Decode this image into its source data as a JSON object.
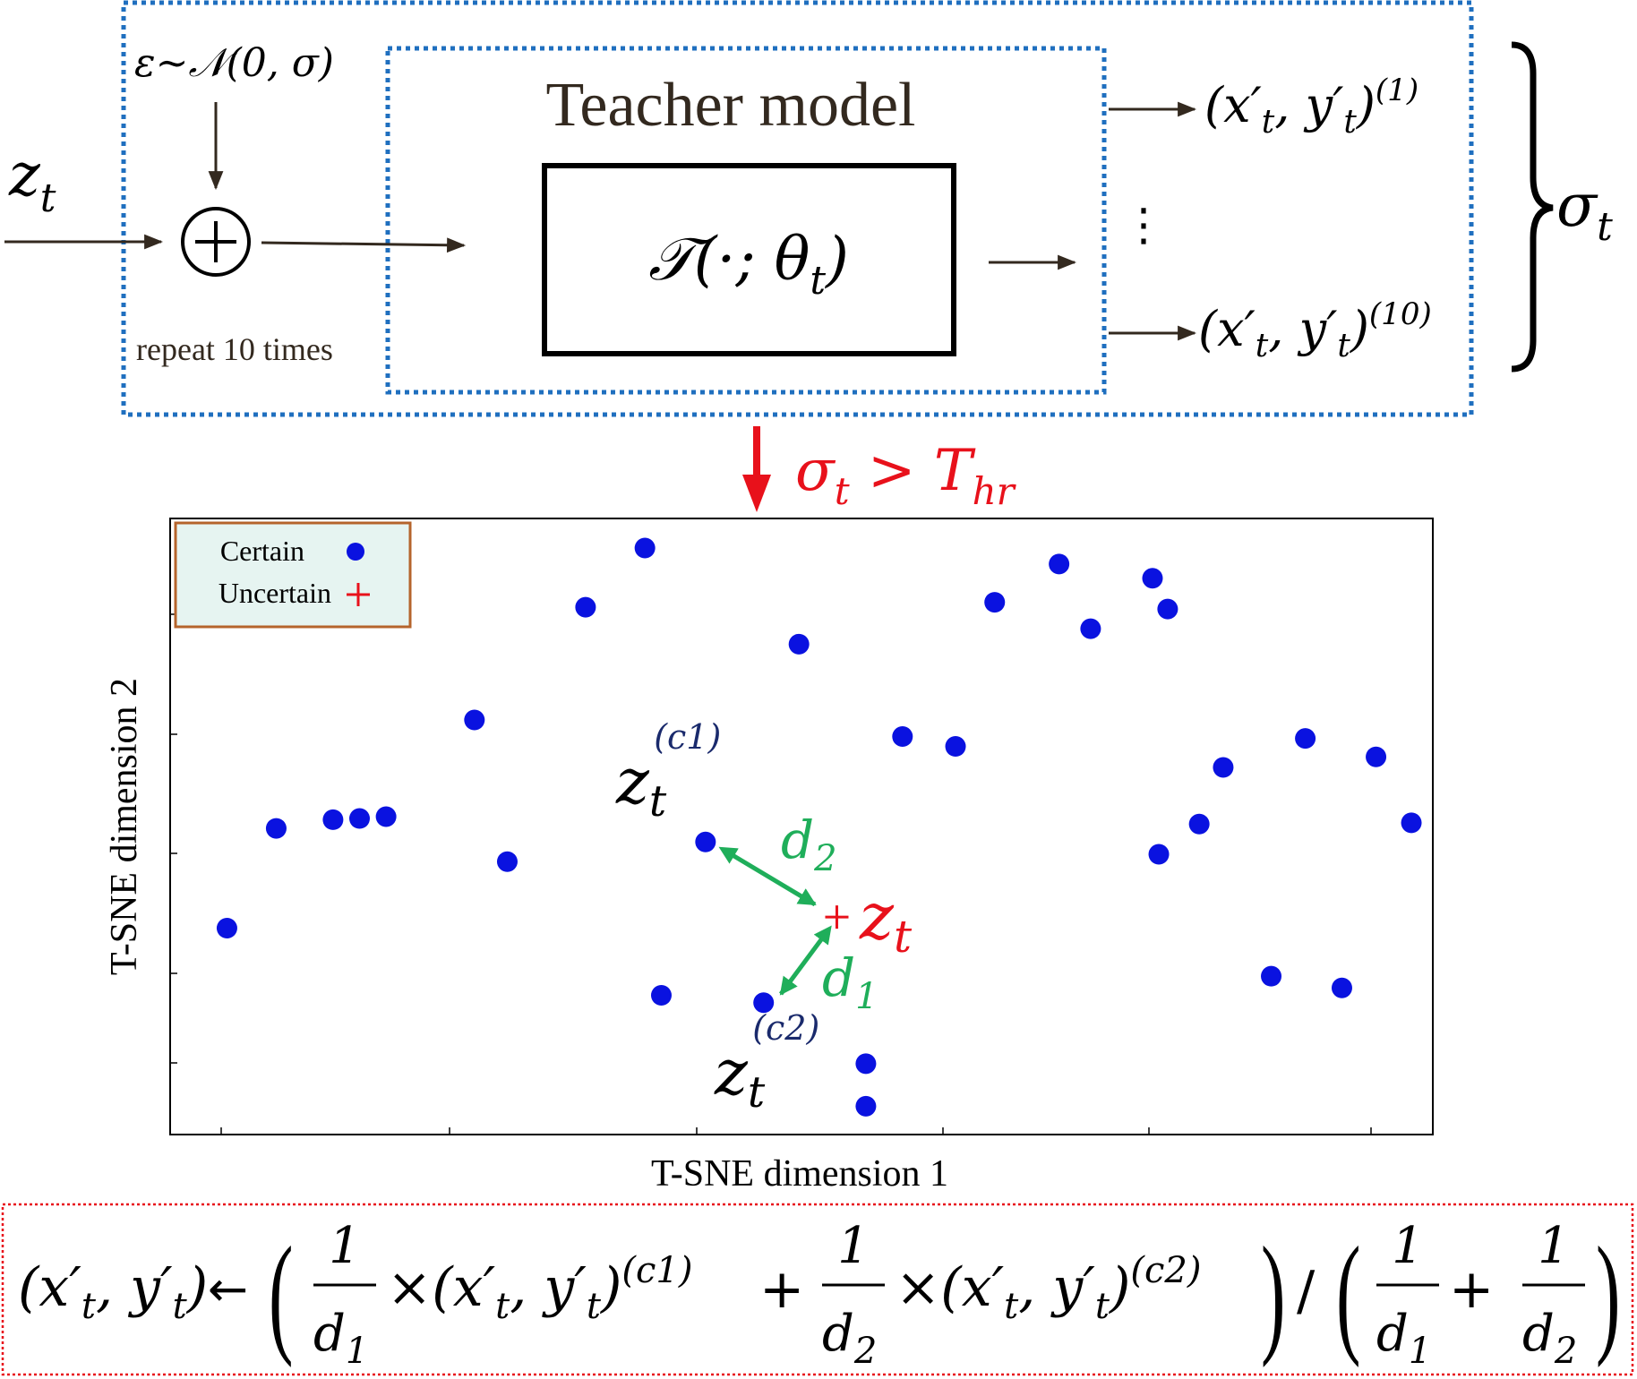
{
  "top_block": {
    "noise_label": "ε~𝒩(0, σ)",
    "input_label": "z",
    "input_sub": "t",
    "sum_symbol": "+",
    "repeat_label": "repeat 10 times",
    "teacher_title": "Teacher model",
    "model_expr": "𝒯(·; θ",
    "model_sub": "t",
    "model_close": ")",
    "output_1": {
      "main": "(x′",
      "sub1": "t",
      "mid": ", y′",
      "sub2": "t",
      "close": ")",
      "sup": "(1)"
    },
    "output_dots": "⋮",
    "output_10": {
      "main": "(x′",
      "sub1": "t",
      "mid": ", y′",
      "sub2": "t",
      "close": ")",
      "sup": "(10)"
    },
    "sigma_label": "σ",
    "sigma_sub": "t"
  },
  "condition": {
    "lhs": "σ",
    "lhs_sub": "t",
    "op": " > ",
    "rhs": "T",
    "rhs_sub": "hr",
    "color": "#e8111b"
  },
  "plot": {
    "xlabel": "T-SNE dimension 1",
    "ylabel": "T-SNE dimension 2",
    "legend": [
      {
        "label": "Certain",
        "marker": "dot",
        "color": "#0a12e0"
      },
      {
        "label": "Uncertain",
        "marker": "plus",
        "color": "#e8111b"
      }
    ],
    "annotations": {
      "zc1_main": "z",
      "zc1_sub": "t",
      "zc1_sup": "(c1)",
      "zc2_main": "z",
      "zc2_sub": "t",
      "zc2_sup": "(c2)",
      "d2_main": "d",
      "d2_sub": "2",
      "d1_main": "d",
      "d1_sub": "1",
      "zt_main": "z",
      "zt_sub": "t",
      "uncertain_marker": "+"
    }
  },
  "chart_data": {
    "type": "scatter",
    "title": "",
    "xlabel": "T-SNE dimension 1",
    "ylabel": "T-SNE dimension 2",
    "xlim": [
      0,
      100
    ],
    "ylim": [
      0,
      100
    ],
    "series": [
      {
        "name": "Certain",
        "color": "#0a12e0",
        "points": [
          [
            37.6,
            95.2
          ],
          [
            32.9,
            85.6
          ],
          [
            49.8,
            79.6
          ],
          [
            65.3,
            86.4
          ],
          [
            70.4,
            92.6
          ],
          [
            77.8,
            90.3
          ],
          [
            72.9,
            82.1
          ],
          [
            79.0,
            85.3
          ],
          [
            24.1,
            67.3
          ],
          [
            58.0,
            64.6
          ],
          [
            62.2,
            63.0
          ],
          [
            83.4,
            59.6
          ],
          [
            89.9,
            64.3
          ],
          [
            95.5,
            61.3
          ],
          [
            8.4,
            49.7
          ],
          [
            12.9,
            51.1
          ],
          [
            15.0,
            51.3
          ],
          [
            17.1,
            51.6
          ],
          [
            26.7,
            44.3
          ],
          [
            42.4,
            47.5
          ],
          [
            81.5,
            50.4
          ],
          [
            78.3,
            45.5
          ],
          [
            98.3,
            50.6
          ],
          [
            4.5,
            33.5
          ],
          [
            38.9,
            22.6
          ],
          [
            47.0,
            21.4
          ],
          [
            87.2,
            25.7
          ],
          [
            92.8,
            23.8
          ],
          [
            55.1,
            11.5
          ],
          [
            55.1,
            4.6
          ]
        ]
      },
      {
        "name": "Uncertain",
        "color": "#e8111b",
        "points": [
          [
            52.8,
            35.3
          ]
        ]
      }
    ]
  },
  "equation": {
    "lhs": "(x′",
    "lhs_sub1": "t",
    "lhs_mid": ", y′",
    "lhs_sub2": "t",
    "lhs_close": ")",
    "arrow": "←",
    "open1": "(",
    "one": "1",
    "d": "d",
    "sub1": "1",
    "sub2": "2",
    "times": "×",
    "sup1": "(c1)",
    "sup2": "(c2)",
    "plus": "+",
    "close": ")",
    "slash": "/"
  },
  "colors": {
    "dotted_blue": "#1f6fbf",
    "dotted_red": "#e8111b",
    "arrow_dark": "#33291f",
    "green": "#1fae5a",
    "navy": "#1a2a6c",
    "legend_bg": "#e6f4f1",
    "legend_border": "#b5642c"
  }
}
